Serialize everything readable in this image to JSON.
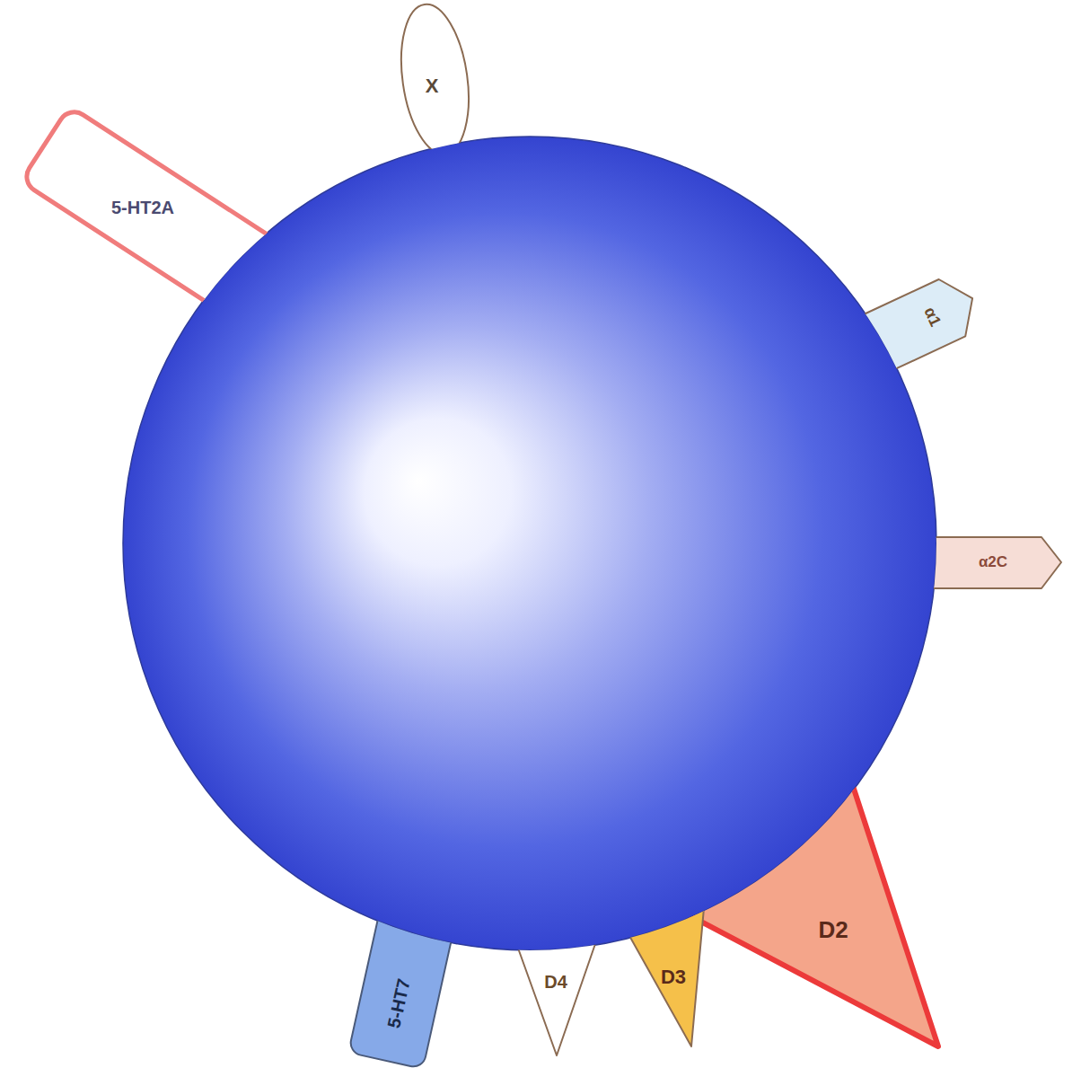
{
  "diagram": {
    "nodes": [
      {
        "text": [
          "X"
        ]
      },
      {
        "text": [
          "5-HT2A"
        ]
      },
      {
        "text": [
          "α1"
        ]
      },
      {
        "text": [
          "α2C"
        ]
      },
      {
        "text": [
          "D2"
        ]
      },
      {
        "text": [
          "D3"
        ]
      },
      {
        "text": [
          "D4"
        ]
      },
      {
        "text": [
          "5-HT7"
        ]
      }
    ]
  }
}
